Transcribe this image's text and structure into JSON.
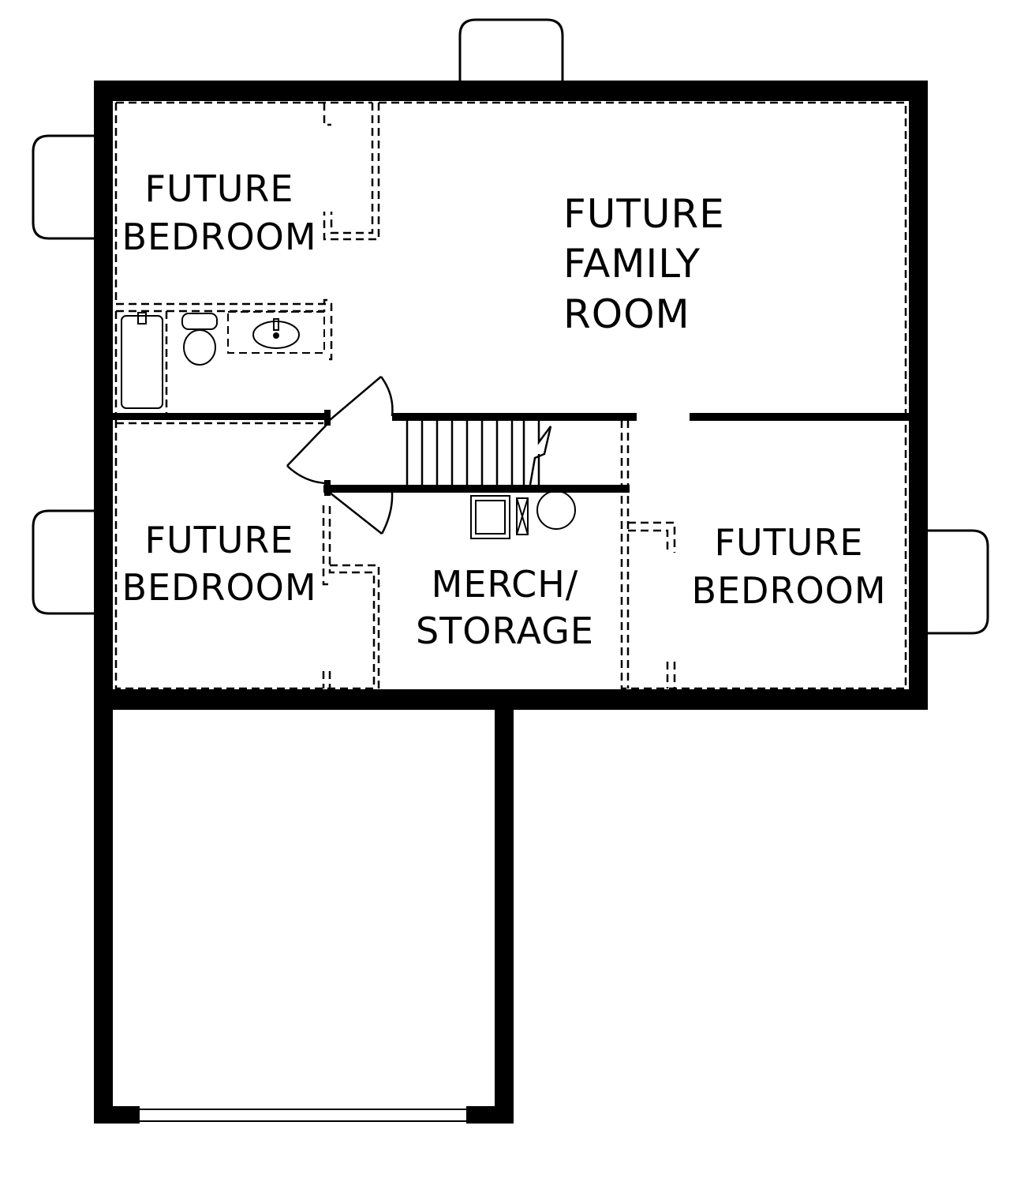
{
  "colors": {
    "wall": "#000000",
    "background": "#ffffff"
  },
  "rooms": {
    "bedroom_nw": {
      "line1": "FUTURE",
      "line2": "BEDROOM"
    },
    "family_room": {
      "line1": "FUTURE",
      "line2": "FAMILY",
      "line3": "ROOM"
    },
    "bedroom_sw": {
      "line1": "FUTURE",
      "line2": "BEDROOM"
    },
    "storage": {
      "line1": "MERCH/",
      "line2": "STORAGE"
    },
    "bedroom_e": {
      "line1": "FUTURE",
      "line2": "BEDROOM"
    }
  },
  "fixtures": [
    "bathtub-icon",
    "toilet-icon",
    "sink-icon",
    "furnace-icon",
    "water-heater-icon",
    "stairs-icon"
  ]
}
